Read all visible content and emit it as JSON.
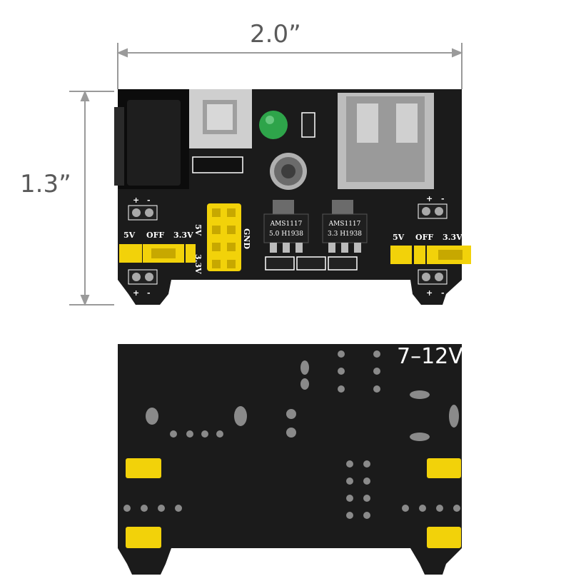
{
  "dimensions": {
    "width_label": "2.0”",
    "height_label": "1.3”"
  },
  "front_board": {
    "left_jumper_labels": [
      "5V",
      "OFF",
      "3.3V"
    ],
    "right_jumper_labels": [
      "5V",
      "OFF",
      "3.3V"
    ],
    "header_labels": [
      "5V",
      "3.3V",
      "GND"
    ],
    "regulators": [
      {
        "line1": "AMS1117",
        "line2": "5.0 H1938"
      },
      {
        "line1": "AMS1117",
        "line2": "3.3 H1938"
      }
    ],
    "rail_signs": {
      "plus": "+",
      "minus": "-"
    }
  },
  "back_board": {
    "voltage_label": "7–12V"
  },
  "colors": {
    "pcb": "#1a1a1a",
    "jumper": "#f2d20a",
    "dimension_line": "#9a9a9a",
    "led": "#2ea44a"
  }
}
